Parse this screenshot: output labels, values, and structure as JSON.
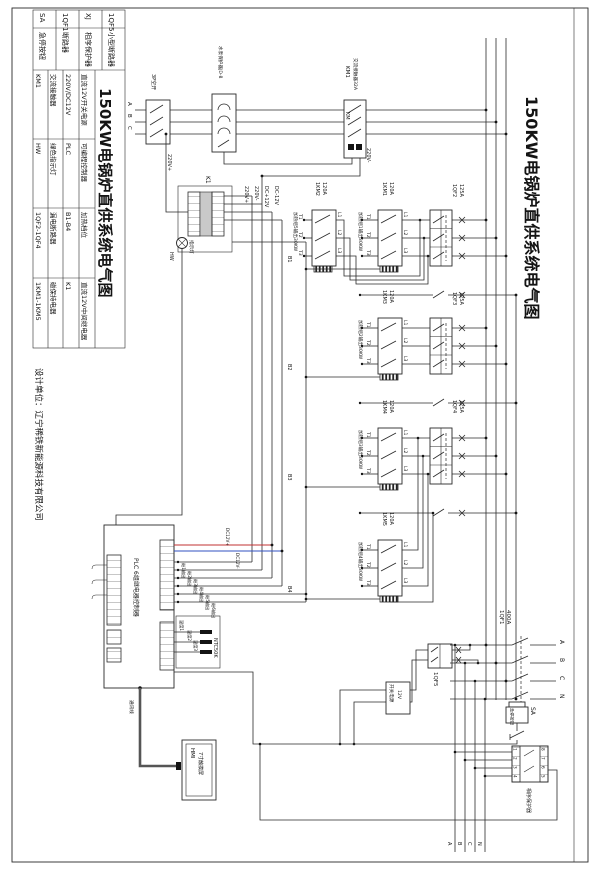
{
  "t": {
    "main": "150KW电锅炉直供系统电气图",
    "company": "设计单位：辽宁稀铁新能源科技有限公司"
  },
  "legend": {
    "b1": [
      {
        "i": "SA",
        "n": "急停按钮"
      },
      {
        "i": "1QF1",
        "n": "断路器"
      },
      {
        "i": "XJ",
        "n": "相序保护器"
      },
      {
        "i": "1QF5",
        "n": "小型断路器"
      }
    ],
    "b2a": [
      {
        "i": "KM1",
        "n": "交流接触器"
      },
      {
        "i": "HW",
        "n": "绿色指示灯"
      },
      {
        "i": "1QF2-1QF4",
        "n": "漏电断路器"
      },
      {
        "i": "1KM1-1KM5",
        "n": "磁保持电器"
      }
    ],
    "b2b": [
      {
        "i": "220V/DC12V",
        "n": "直流12V开关电源"
      },
      {
        "i": "PLC",
        "n": "可编程控制器"
      },
      {
        "i": "B1-B4",
        "n": "加热档位"
      },
      {
        "i": "K1",
        "n": "直流12V中间继电器"
      }
    ]
  },
  "top": {
    "p3": "3P空开",
    "pump": "水泵保护器JD-8",
    "km1": "KM1",
    "km1n": "交流接触器32A",
    "kmin": "KM",
    "pa": "A",
    "pb": "B",
    "pc": "C",
    "v220p": "220V+",
    "v220m": "220V-"
  },
  "k1": {
    "id": "K1",
    "hw": "HW",
    "lamp": "指示灯"
  },
  "bus": {
    "v220p": "220V+",
    "v220m": "220V-",
    "dcp": "DC+12V",
    "dcm": "DC-12V"
  },
  "rows": [
    {
      "km": "1KM2",
      "a": "120A",
      "h": "加热组5输出30KW"
    },
    {
      "km": "1KM1",
      "a": "120A",
      "h": "加热组1输出30KW",
      "qf": "1QF2",
      "qa": "125A",
      "b": "B1"
    },
    {
      "km": "1KM3",
      "a": "120A",
      "h": "加热组2输出30KW",
      "qf": "1QF3",
      "qa": "125A",
      "b": "B2"
    },
    {
      "km": "1KM4",
      "a": "120A",
      "h": "加热组3输出30KW",
      "qf": "1QF4",
      "qa": "125A",
      "b": "B3"
    },
    {
      "km": "1KM5",
      "a": "120A",
      "h": "加热组4输出30KW",
      "b": "B4"
    }
  ],
  "tl": {
    "t1": "T1",
    "t2": "T2",
    "t3": "T3",
    "l1": "L1",
    "l2": "L2",
    "l3": "L3"
  },
  "plc": {
    "name": "PLC 6组继电器控制器",
    "dcp": "DC12V+",
    "dcm": "DC12V-",
    "o": [
      "继1输出",
      "继2输出",
      "继3输出",
      "继4输出",
      "继5输出",
      "继6输出"
    ],
    "ntc": "NTC50K",
    "s": [
      "温度1",
      "温度2",
      "温度3"
    ],
    "comm": "通讯线"
  },
  "hmi": {
    "id": "HMI",
    "name": "7寸触摸屏"
  },
  "psu": {
    "n1": "开关电源",
    "n2": "12V",
    "qf5": "1QF5"
  },
  "inc": {
    "qf1": "1QF1",
    "a": "400A",
    "r": [
      "A",
      "B",
      "C",
      "N"
    ],
    "btm": [
      "A",
      "B",
      "C",
      "N"
    ],
    "sa": "SA",
    "san": "急停按钮",
    "xj": "相序保护器",
    "xl": [
      "1",
      "2",
      "3",
      "4"
    ],
    "xr": [
      "8",
      "7",
      "6",
      "5"
    ]
  }
}
